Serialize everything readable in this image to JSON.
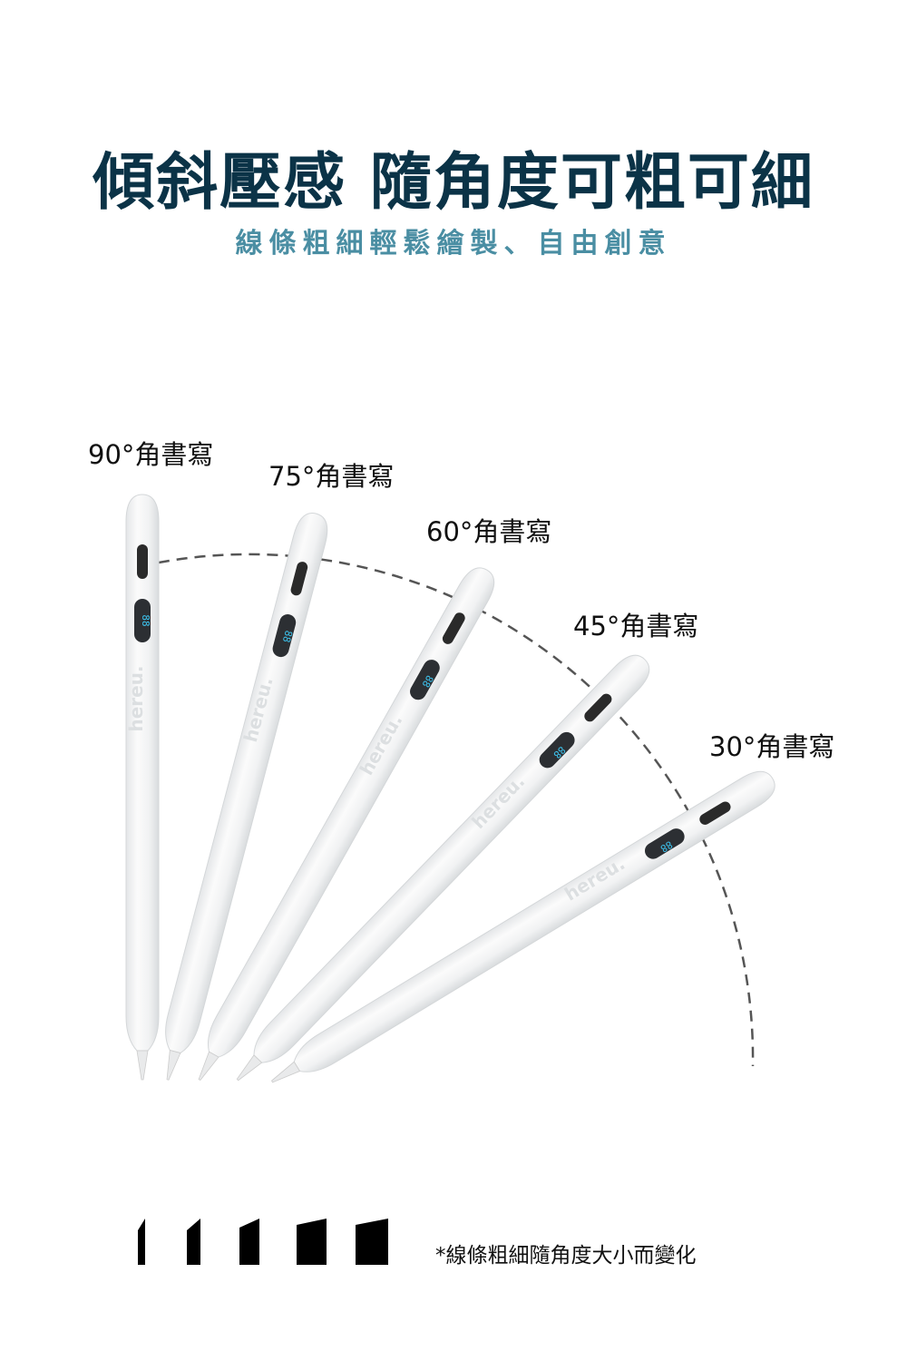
{
  "header": {
    "title": "傾斜壓感 隨角度可粗可細",
    "subtitle": "線條粗細輕鬆繪製、自由創意"
  },
  "pens": [
    {
      "label": "90°角書寫",
      "angle_deg": 90,
      "brand": "hereu"
    },
    {
      "label": "75°角書寫",
      "angle_deg": 75,
      "brand": "hereu"
    },
    {
      "label": "60°角書寫",
      "angle_deg": 60,
      "brand": "hereu"
    },
    {
      "label": "45°角書寫",
      "angle_deg": 45,
      "brand": "hereu"
    },
    {
      "label": "30°角書寫",
      "angle_deg": 30,
      "brand": "hereu"
    }
  ],
  "footer": {
    "note": "*線條粗細隨角度大小而變化"
  },
  "colors": {
    "title": "#0b3347",
    "subtitle": "#4a8ea3",
    "led": "#3cc3ee"
  }
}
